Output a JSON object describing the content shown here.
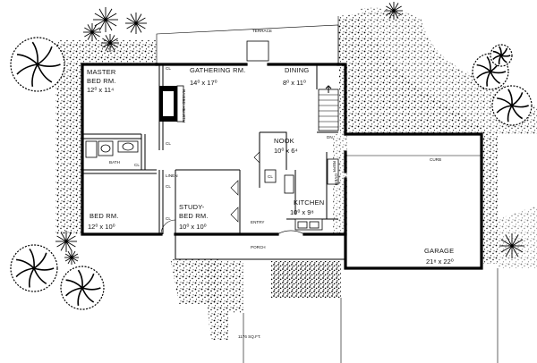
{
  "plan": {
    "terrace": "TERRACE",
    "master_bed": {
      "name_line1": "MASTER",
      "name_line2": "BED RM.",
      "size": "12⁰ x 11⁴"
    },
    "gathering": {
      "name": "GATHERING RM.",
      "size": "14⁰ x 17⁰"
    },
    "dining": {
      "name": "DINING",
      "size": "8⁰ x 11⁰"
    },
    "bath": "BATH",
    "nook": {
      "name": "NOOK",
      "size": "10⁰ x 6⁴"
    },
    "kitchen": {
      "name": "KITCHEN",
      "size": "10⁰ x 9⁸"
    },
    "bed_rm": {
      "name": "BED RM.",
      "size": "12⁰ x 10⁰"
    },
    "study": {
      "name_line1": "STUDY-",
      "name_line2": "BED RM.",
      "size": "10⁰ x 10⁰"
    },
    "entry": "ENTRY",
    "porch": "PORCH",
    "garage": {
      "name": "GARAGE",
      "size": "21⁸ x 22⁰"
    },
    "curb": "CURB",
    "sqft": "1176 SQ.FT.",
    "raised_hearth": "RAISED HEARTH",
    "dn": "DN",
    "cl_labels": [
      "CL",
      "CL",
      "CL",
      "CL",
      "CL",
      "CL"
    ],
    "linen": "LINEN",
    "refr": "REFR",
    "oven": "OVEN"
  }
}
